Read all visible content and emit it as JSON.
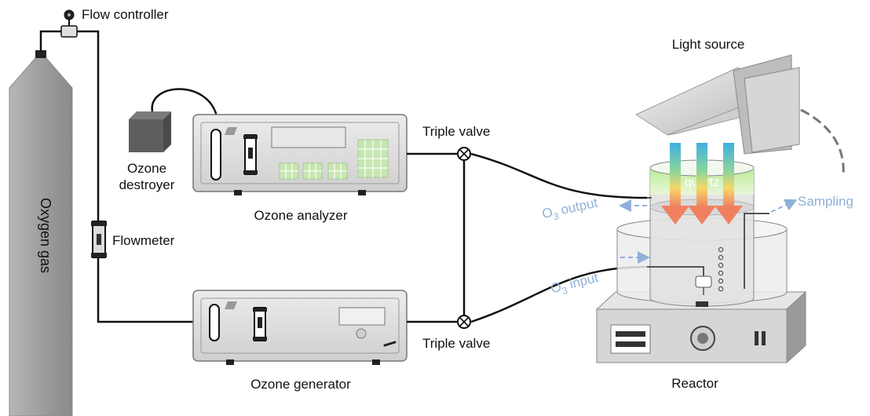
{
  "labels": {
    "flow_controller": "Flow controller",
    "light_source": "Light source",
    "ozone_destroyer_1": "Ozone",
    "ozone_destroyer_2": "destroyer",
    "triple_valve_top": "Triple valve",
    "triple_valve_bottom": "Triple valve",
    "ozone_analyzer": "Ozone analyzer",
    "ozone_generator": "Ozone generator",
    "oxygen_gas": "Oxygen gas",
    "flowmeter": "Flowmeter",
    "quartz": "quartz",
    "o3_output_pre": "O",
    "o3_output_sub": "3",
    "o3_output_post": " output",
    "o3_input_pre": "O",
    "o3_input_sub": "3",
    "o3_input_post": " input",
    "sampling": "Sampling",
    "reactor": "Reactor"
  },
  "colors": {
    "accent_blue": "#8fb0d8",
    "light_arrow": "#f08060",
    "device_gray": "#dcdcdc",
    "cylinder_gray": "#a8a8a8"
  }
}
